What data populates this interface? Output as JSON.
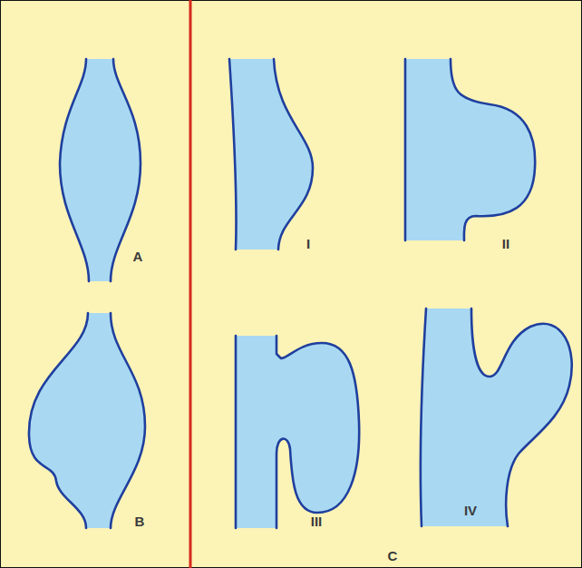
{
  "diagram": {
    "labels": [
      "A",
      "I",
      "II",
      "B",
      "III",
      "IV",
      "C"
    ]
  }
}
